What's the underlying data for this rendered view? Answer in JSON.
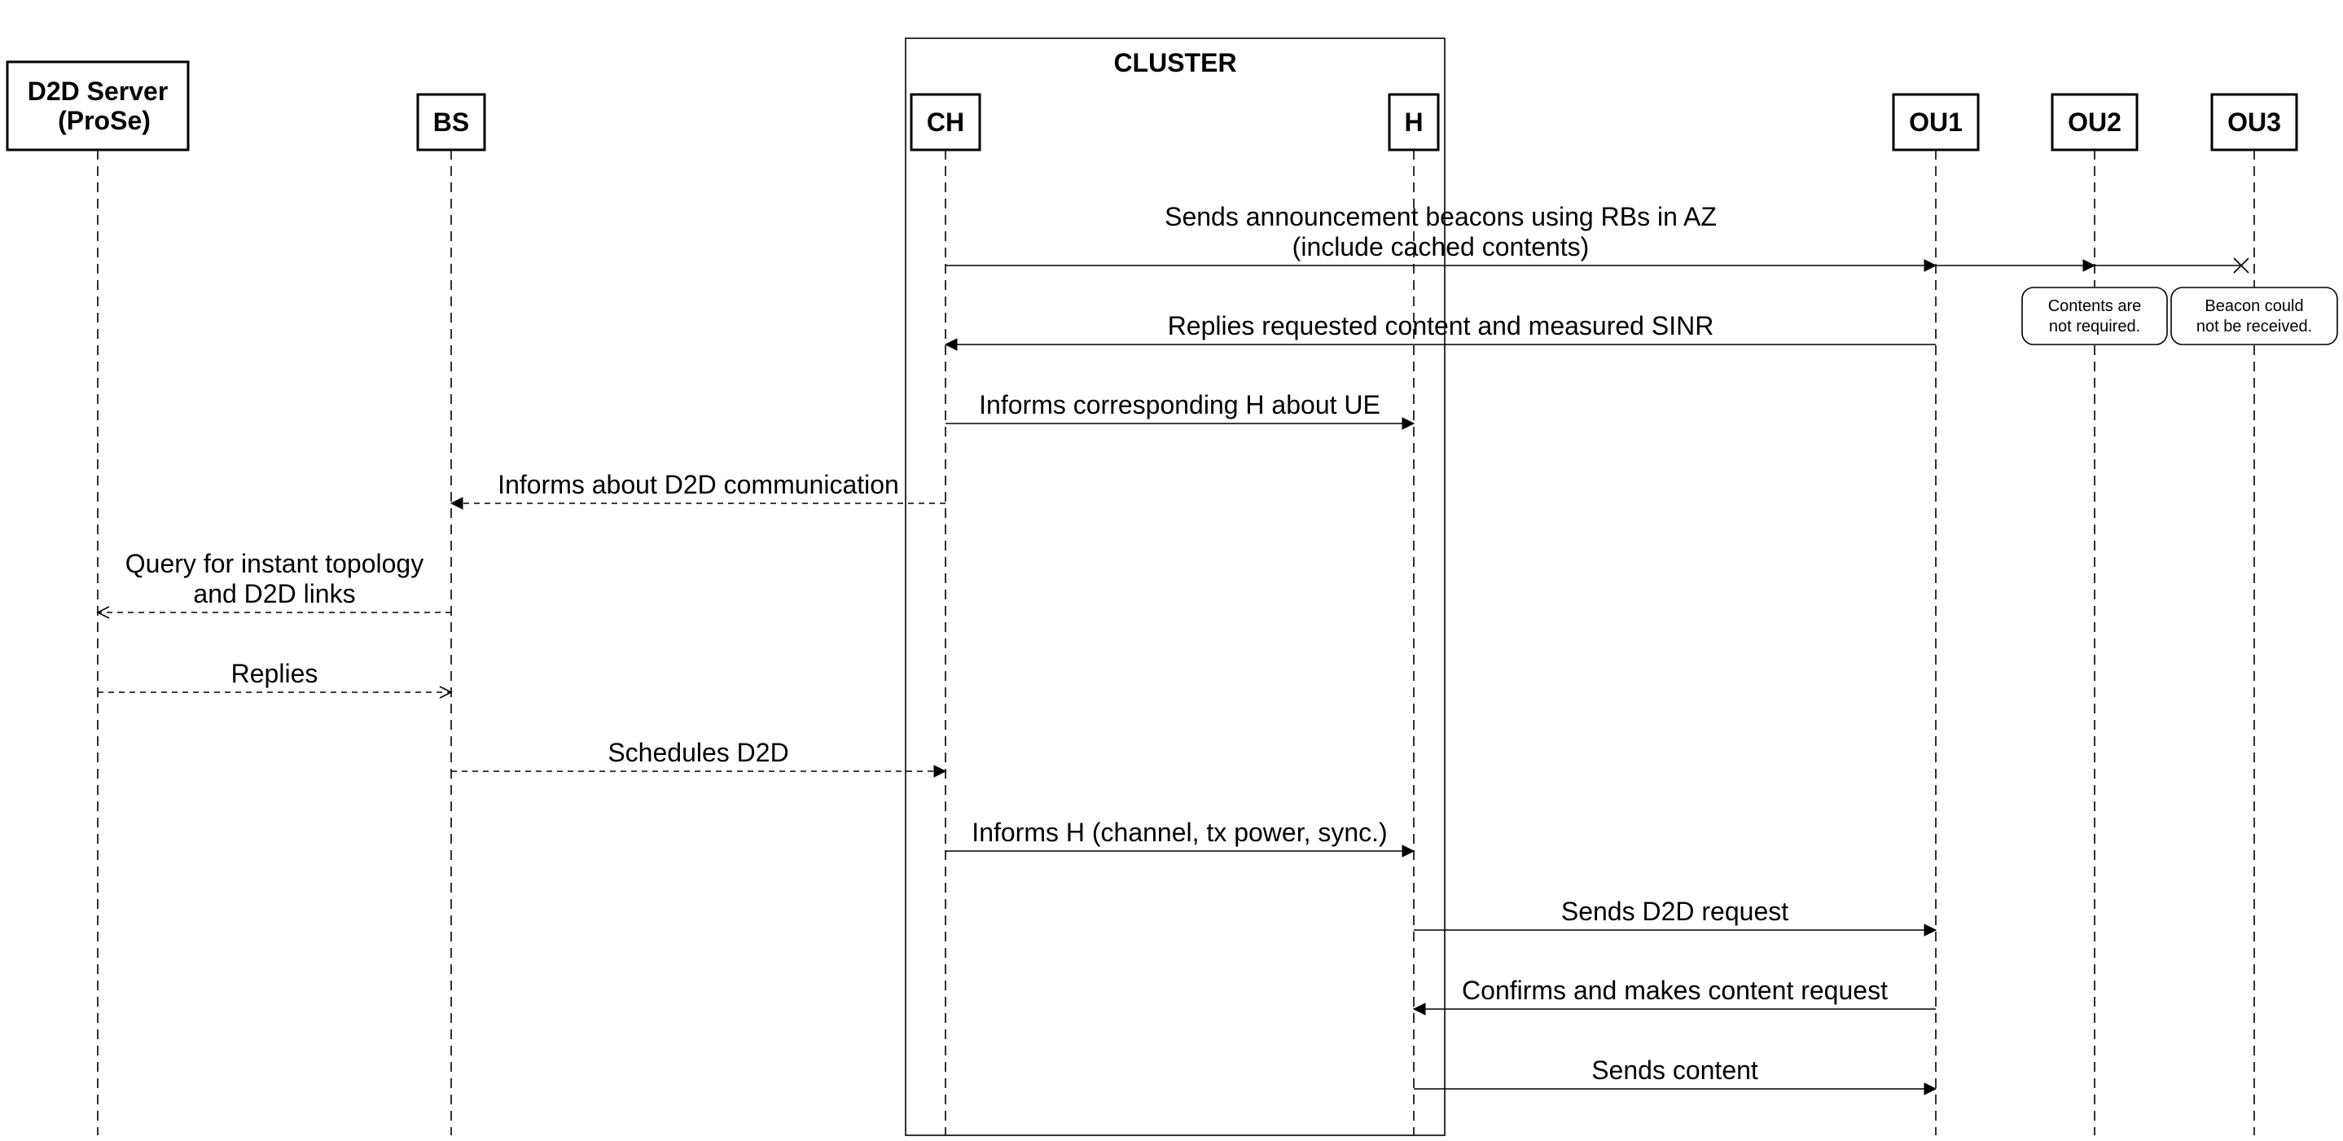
{
  "cluster": {
    "title": "CLUSTER"
  },
  "participants": [
    {
      "id": "d2d",
      "lines": [
        "D2D Server",
        "(ProSe)"
      ]
    },
    {
      "id": "bs",
      "lines": [
        "BS"
      ]
    },
    {
      "id": "ch",
      "lines": [
        "CH"
      ]
    },
    {
      "id": "h",
      "lines": [
        "H"
      ]
    },
    {
      "id": "ou1",
      "lines": [
        "OU1"
      ]
    },
    {
      "id": "ou2",
      "lines": [
        "OU2"
      ]
    },
    {
      "id": "ou3",
      "lines": [
        "OU3"
      ]
    }
  ],
  "messages": [
    {
      "from": "ch",
      "to": "ou1",
      "lines": [
        "Sends announcement beacons using RBs in AZ",
        "(include cached contents)"
      ],
      "style": "solid",
      "head": "filled"
    },
    {
      "from": "ou1",
      "to": "ou2",
      "lines": [],
      "style": "solid",
      "head": "filled"
    },
    {
      "from": "ou2",
      "to": "ou3",
      "lines": [],
      "style": "solid",
      "head": "lost"
    },
    {
      "from": "ou1",
      "to": "ch",
      "lines": [
        "Replies requested content and measured SINR"
      ],
      "style": "solid",
      "head": "filled"
    },
    {
      "from": "ch",
      "to": "h",
      "lines": [
        "Informs corresponding H about UE"
      ],
      "style": "solid",
      "head": "filled"
    },
    {
      "from": "ch",
      "to": "bs",
      "lines": [
        "Informs about D2D communication"
      ],
      "style": "dashed",
      "head": "filled"
    },
    {
      "from": "bs",
      "to": "d2d",
      "lines": [
        "Query for instant topology",
        "and D2D links"
      ],
      "style": "dashed",
      "head": "open"
    },
    {
      "from": "d2d",
      "to": "bs",
      "lines": [
        "Replies"
      ],
      "style": "dashed",
      "head": "open"
    },
    {
      "from": "bs",
      "to": "ch",
      "lines": [
        "Schedules D2D"
      ],
      "style": "dashed",
      "head": "filled"
    },
    {
      "from": "ch",
      "to": "h",
      "lines": [
        "Informs H (channel, tx power, sync.)"
      ],
      "style": "solid",
      "head": "filled"
    },
    {
      "from": "h",
      "to": "ou1",
      "lines": [
        "Sends D2D request"
      ],
      "style": "solid",
      "head": "filled"
    },
    {
      "from": "ou1",
      "to": "h",
      "lines": [
        "Confirms and makes content request"
      ],
      "style": "solid",
      "head": "filled"
    },
    {
      "from": "h",
      "to": "ou1",
      "lines": [
        "Sends content"
      ],
      "style": "solid",
      "head": "filled"
    }
  ],
  "notes": [
    {
      "on": "ou2",
      "lines": [
        "Contents are",
        "not required."
      ]
    },
    {
      "on": "ou3",
      "lines": [
        "Beacon could",
        "not be received."
      ]
    }
  ]
}
